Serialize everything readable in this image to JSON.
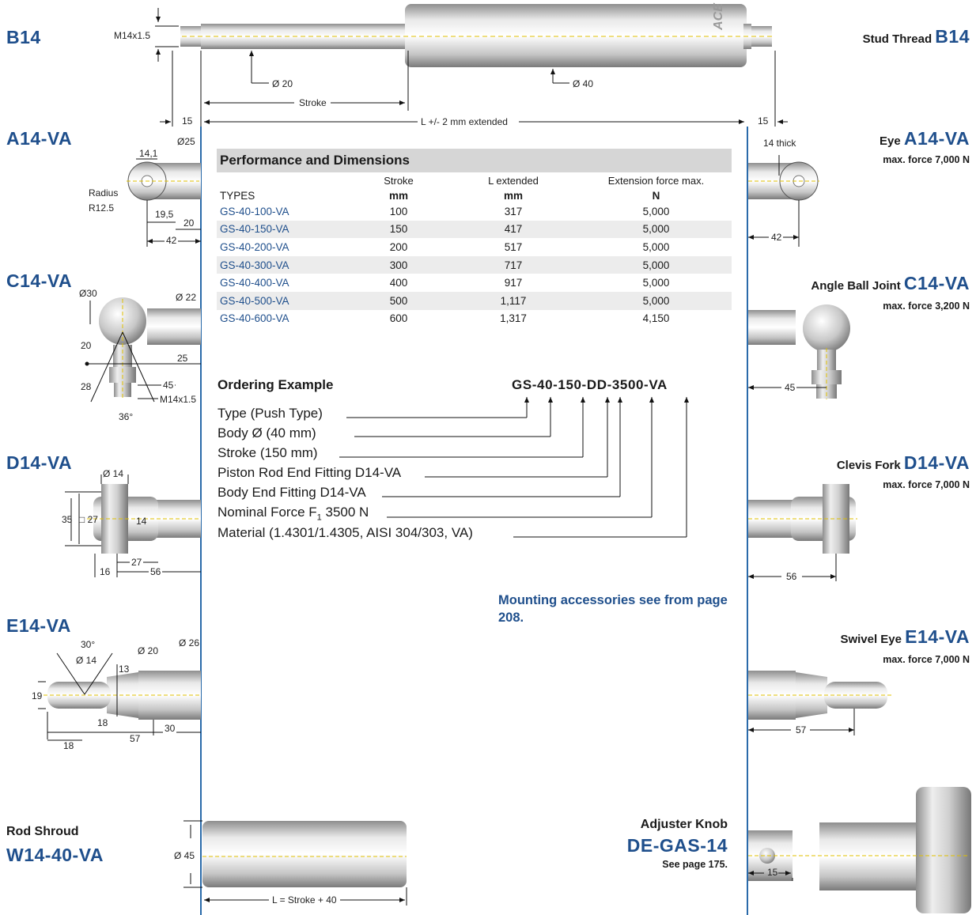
{
  "colors": {
    "accent": "#1f4f8c",
    "frame": "#2a6aaa",
    "table_header": "#d6d6d6",
    "row_alt": "#ececec"
  },
  "left_codes": {
    "b14": "B14",
    "a14": "A14-VA",
    "c14": "C14-VA",
    "d14": "D14-VA",
    "e14": "E14-VA"
  },
  "right_labels": {
    "b14": {
      "name": "Stud Thread",
      "code": "B14"
    },
    "a14": {
      "name": "Eye",
      "code": "A14-VA",
      "force": "max. force 7,000 N"
    },
    "c14": {
      "name": "Angle Ball Joint",
      "code": "C14-VA",
      "force": "max. force 3,200 N"
    },
    "d14": {
      "name": "Clevis Fork",
      "code": "D14-VA",
      "force": "max. force 7,000 N"
    },
    "e14": {
      "name": "Swivel Eye",
      "code": "E14-VA",
      "force": "max. force 7,000 N"
    }
  },
  "top_dims": {
    "thread": "M14x1.5",
    "rod_dia": "Ø 20",
    "body_dia": "Ø 40",
    "stroke": "Stroke",
    "left_15": "15",
    "right_15": "15",
    "length": "L +/- 2 mm extended"
  },
  "a14_dims": {
    "width": "14,1",
    "dia": "Ø25",
    "radius1": "Radius",
    "radius2": "R12.5",
    "d19": "19,5",
    "d20": "20",
    "d42": "42",
    "thick": "14 thick",
    "r42": "42"
  },
  "c14_dims": {
    "d30": "Ø30",
    "d22": "Ø 22",
    "d20": "20",
    "d25": "25",
    "d28": "28",
    "d45": "45",
    "thread": "M14x1.5",
    "angle": "36°",
    "r45": "45"
  },
  "d14_dims": {
    "d14": "Ø 14",
    "d35": "35",
    "sq27": "□ 27",
    "w14": "14",
    "d27": "27",
    "d16": "16",
    "d56": "56",
    "r56": "56"
  },
  "e14_dims": {
    "ang": "30°",
    "d14": "Ø 14",
    "d20": "Ø 20",
    "d26": "Ø 26",
    "d13": "13",
    "d19": "19",
    "d18a": "18",
    "d18b": "18",
    "d57": "57",
    "d30": "30",
    "r57": "57"
  },
  "table": {
    "title": "Performance and Dimensions",
    "headers": [
      "TYPES",
      "Stroke",
      "L extended",
      "Extension force max."
    ],
    "units": [
      "",
      "mm",
      "mm",
      "N"
    ],
    "rows": [
      [
        "GS-40-100-VA",
        "100",
        "317",
        "5,000"
      ],
      [
        "GS-40-150-VA",
        "150",
        "417",
        "5,000"
      ],
      [
        "GS-40-200-VA",
        "200",
        "517",
        "5,000"
      ],
      [
        "GS-40-300-VA",
        "300",
        "717",
        "5,000"
      ],
      [
        "GS-40-400-VA",
        "400",
        "917",
        "5,000"
      ],
      [
        "GS-40-500-VA",
        "500",
        "1,117",
        "5,000"
      ],
      [
        "GS-40-600-VA",
        "600",
        "1,317",
        "4,150"
      ]
    ]
  },
  "ordering": {
    "title": "Ordering Example",
    "code": "GS-40-150-DD-3500-VA",
    "lines": [
      "Type (Push Type)",
      "Body Ø (40 mm)",
      "Stroke (150 mm)",
      "Piston Rod End Fitting D14-VA",
      "Body End Fitting D14-VA",
      "Nominal Force F",
      "Material (1.4301/1.4305, AISI 304/303, VA)"
    ],
    "force_sub": "1",
    "force_val": " 3500 N"
  },
  "mounting_note": "Mounting accessories see from page 208.",
  "shroud": {
    "label": "Rod Shroud",
    "code": "W14-40-VA",
    "dia": "Ø 45",
    "length": "L = Stroke + 40"
  },
  "knob": {
    "label": "Adjuster Knob",
    "code": "DE-GAS-14",
    "see": "See page 175.",
    "dim": "15"
  },
  "logo": "ACE"
}
